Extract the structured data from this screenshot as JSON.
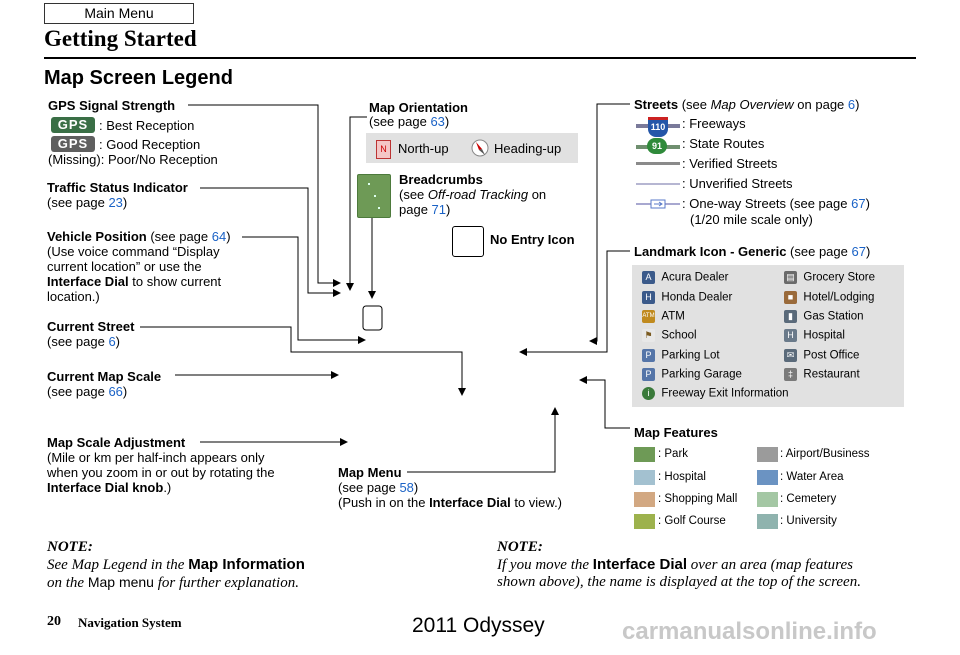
{
  "header": {
    "main_menu": "Main Menu",
    "section": "Getting Started",
    "title": "Map Screen Legend"
  },
  "gps": {
    "heading": "GPS Signal Strength",
    "badge": "GPS",
    "best": ": Best Reception",
    "good": ": Good Reception",
    "missing": "(Missing): Poor/No Reception"
  },
  "traffic": {
    "heading": "Traffic Status Indicator",
    "see": "(see page ",
    "page": "23",
    "close": ")"
  },
  "vehicle": {
    "heading": "Vehicle Position",
    "see": " (see page ",
    "page": "64",
    "close": ")",
    "line1": "(Use voice command “Display",
    "line2": "current location” or use the",
    "dial": "Interface Dial",
    "line3": " to show current",
    "line4": "location.)"
  },
  "current_street": {
    "heading": "Current Street",
    "see": "(see page ",
    "page": "6",
    "close": ")"
  },
  "current_scale": {
    "heading": "Current Map Scale",
    "see": "(see page ",
    "page": "66",
    "close": ")"
  },
  "scale_adjust": {
    "heading": "Map Scale Adjustment",
    "line1": "(Mile or km per half-inch appears only",
    "line2": "when you zoom in or out by rotating the",
    "dial": "Interface Dial knob",
    "close": ".)"
  },
  "orientation": {
    "heading": "Map Orientation",
    "see": "(see page ",
    "page": "63",
    "close": ")",
    "north_up": "North-up",
    "heading_up": "Heading-up",
    "north_letter": "N"
  },
  "breadcrumbs": {
    "heading": "Breadcrumbs",
    "see": "(see ",
    "ref": "Off-road Tracking",
    "on": " on",
    "page_pre": "page ",
    "page": "71",
    "close": ")"
  },
  "no_entry": {
    "label": "No Entry Icon"
  },
  "map_menu": {
    "heading": "Map Menu",
    "see": "(see page ",
    "page": "58",
    "close": ")",
    "push": "(Push in on the ",
    "dial": "Interface Dial",
    "to_view": " to view.)"
  },
  "streets": {
    "heading": "Streets",
    "see": " (see ",
    "ref": "Map Overview",
    "on": " on page ",
    "page": "6",
    "close": ")",
    "freeway_shield": "110",
    "state_shield": "91",
    "freeways": ": Freeways",
    "state": ": State Routes",
    "verified": ": Verified Streets",
    "unverified": ": Unverified Streets",
    "oneway": ": One-way Streets (see page ",
    "oneway_page": "67",
    "oneway_close": ")",
    "scale_only": "(1/20 mile scale only)"
  },
  "landmark": {
    "heading": "Landmark Icon - Generic",
    "see": " (see page ",
    "page": "67",
    "close": ")",
    "left": [
      "Acura Dealer",
      "Honda Dealer",
      "ATM",
      "School",
      "Parking Lot",
      "Parking Garage",
      "Freeway Exit Information"
    ],
    "right": [
      "Grocery Store",
      "Hotel/Lodging",
      "Gas Station",
      "Hospital",
      "Post Office",
      "Restaurant"
    ],
    "atm_icon_text": "ATM"
  },
  "features": {
    "heading": "Map Features",
    "left": [
      ": Park",
      ": Hospital",
      ": Shopping Mall",
      ": Golf Course"
    ],
    "right": [
      ": Airport/Business",
      ": Water Area",
      ": Cemetery",
      ": University"
    ]
  },
  "colors": {
    "accent_blue": "#1a62c6",
    "park": "#6e9a56",
    "hospital": "#a3c1d0",
    "shopping": "#d2a882",
    "golf": "#9db24d",
    "airport": "#9b9b9b",
    "water": "#6b93c2",
    "cemetery": "#a4c7a4",
    "university": "#8fb3ae"
  },
  "note_left": {
    "label": "NOTE:",
    "pre": "See Map Legend in the ",
    "bold": "Map Information",
    "line2_pre": "on the ",
    "menu": "Map menu",
    "line2_post": " for further explanation."
  },
  "note_right": {
    "label": "NOTE:",
    "pre": "If you move the ",
    "bold": "Interface Dial",
    "post": " over an area (map features",
    "line2": "shown above), the name is displayed at the top of the screen."
  },
  "footer": {
    "page_number": "20",
    "system": "Navigation System",
    "model": "2011 Odyssey",
    "watermark": "carmanualsonline.info"
  }
}
